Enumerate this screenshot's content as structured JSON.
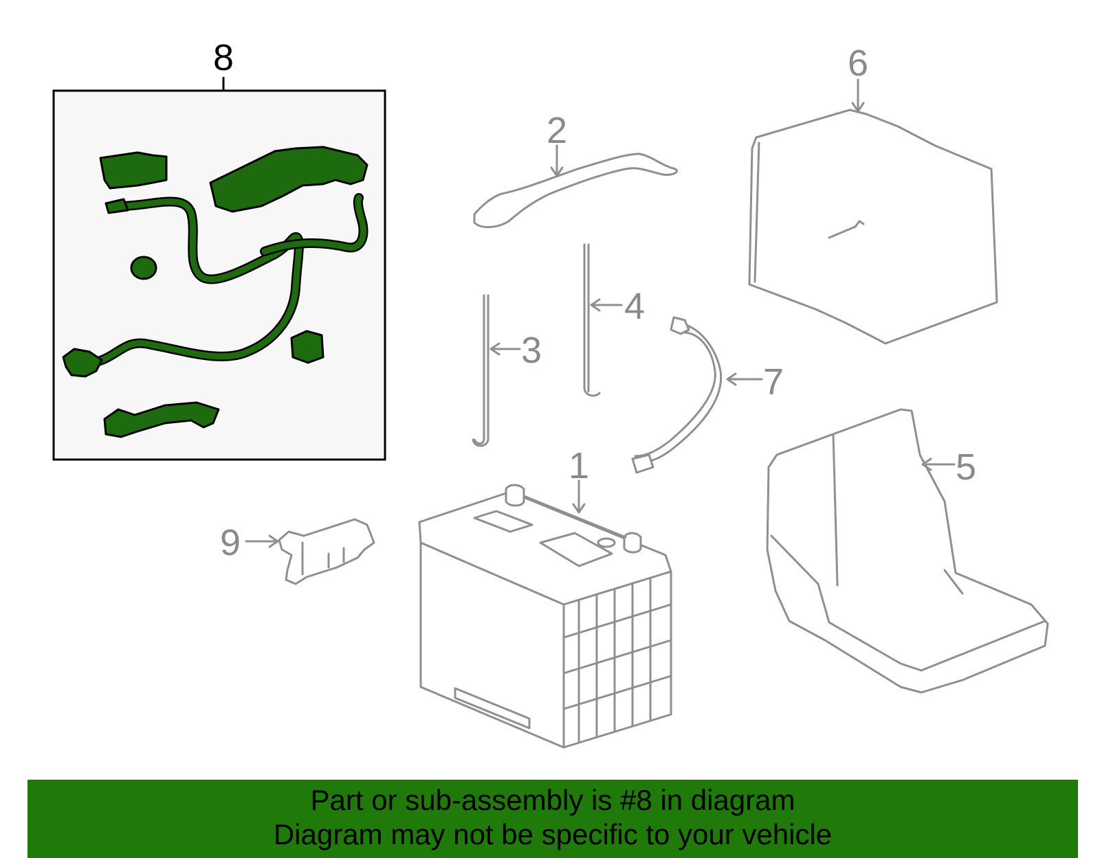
{
  "callouts": {
    "p1": "1",
    "p2": "2",
    "p3": "3",
    "p4": "4",
    "p5": "5",
    "p6": "6",
    "p7": "7",
    "p8": "8",
    "p9": "9"
  },
  "highlight_part": "8",
  "banner": {
    "line1": "Part or sub-assembly is #8 in diagram",
    "line2": "Diagram may not be specific to your vehicle"
  },
  "colors": {
    "highlight_fill": "#1e6a0e",
    "banner_bg": "#1f7a0a",
    "line_gray": "#8f8f8f",
    "box_bg": "#f7f7f7"
  }
}
